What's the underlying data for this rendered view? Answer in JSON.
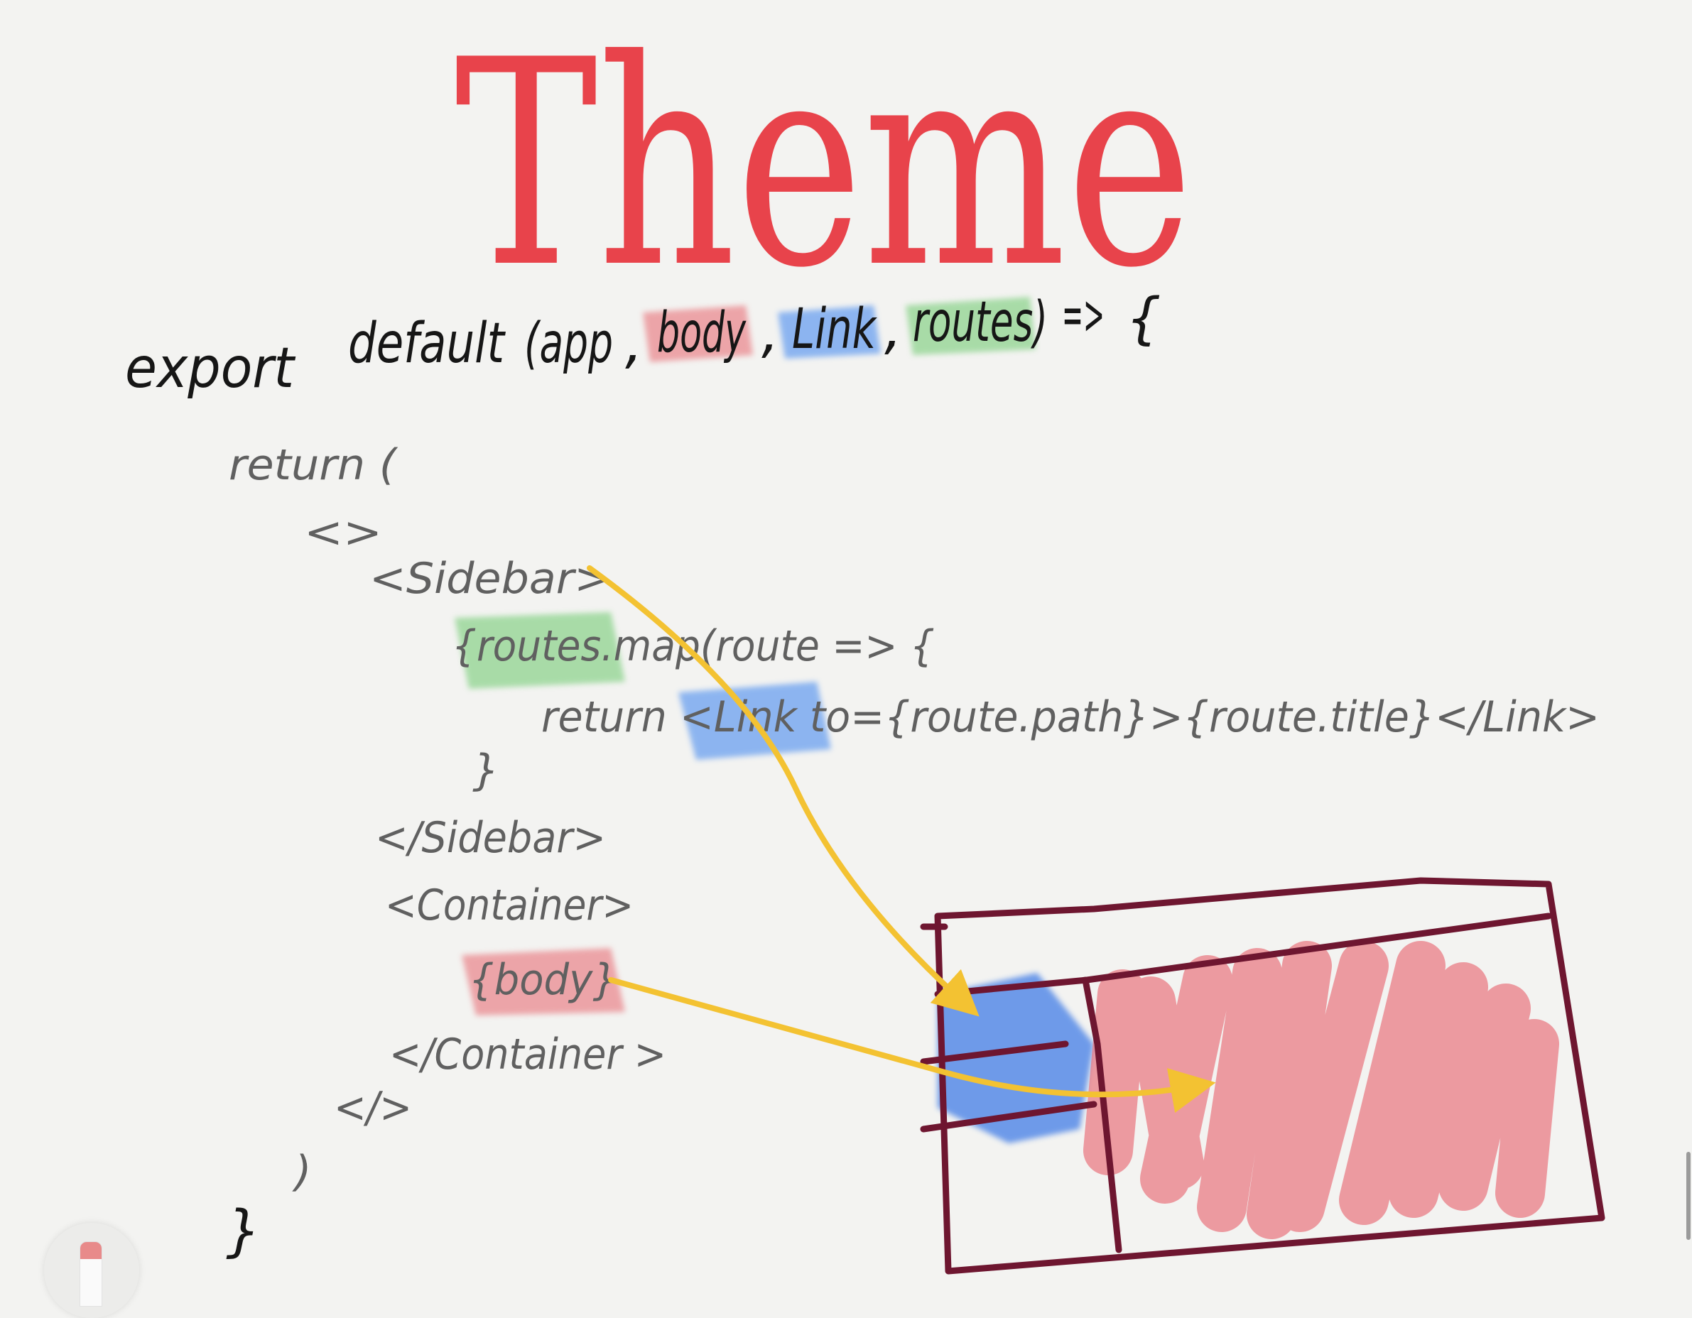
{
  "note": {
    "title": "Theme",
    "export_line": [
      "export",
      "default",
      "(app",
      ",",
      "body",
      ",",
      "Link",
      ",",
      "routes)",
      "=>",
      "{"
    ],
    "code_lines": [
      "return (",
      "<>",
      "<Sidebar>",
      "{routes.map(route => {",
      "return <Link to={route.path}>{route.title}</Link>",
      "}",
      "</Sidebar>",
      "<Container>",
      "{body}",
      "</Container >",
      "</>",
      ")",
      "}"
    ]
  },
  "colors": {
    "title": "#e8434b",
    "ink": "#161616",
    "code_ink": "#606060",
    "highlight_body": "#ea8a90",
    "highlight_link": "#6aa0f0",
    "highlight_routes": "#8fd48f",
    "arrow": "#f3c232",
    "wireframe": "#6e1630",
    "sidebar_fill": "#3a78e6",
    "body_fill": "#e86a75"
  },
  "tools": {
    "active_tool_icon": "pencil-icon"
  }
}
